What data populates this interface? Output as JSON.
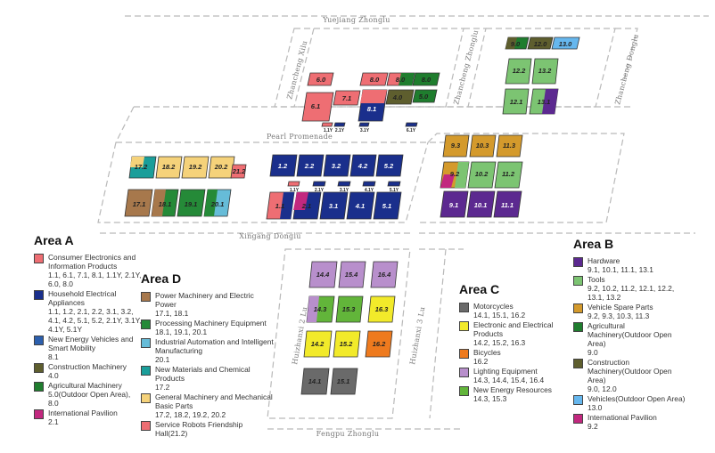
{
  "roads": {
    "yuejiang": "Yuejiang Zhonglu",
    "zhancheng_xilu": "Zhancheng Xilu",
    "zhancheng_zhonglu": "Zhancheng Zhonglu",
    "zhancheng_donglu": "Zhancheng Donglu",
    "pearl_promenade": "Pearl Promenade",
    "xingang": "Xingang Donglu",
    "huizhanxi": "Huizhanxi 2 Lu",
    "huizhandong": "Huizhanxi 3 Lu",
    "fengpu": "Fengpu Zhonglu"
  },
  "colors": {
    "consumer": "#ee6e73",
    "household": "#1a2f8c",
    "nev": "#2c5fad",
    "construction": "#5e5e2e",
    "agricultural": "#1f7d2e",
    "intl": "#c2287f",
    "power": "#a7784c",
    "processing": "#258a38",
    "automation": "#66bcd8",
    "materials": "#1a9e9a",
    "general": "#f5d27a",
    "robots": "#ee6e73",
    "motorcycles": "#6a6a6a",
    "electronic": "#f2ea2a",
    "bicycles": "#ee7a1e",
    "lighting": "#b88fcc",
    "newenergy": "#62b53a",
    "hardware": "#5c2990",
    "tools": "#7cc472",
    "vehicle_parts": "#d49a2c",
    "agri_b": "#1f7d2e",
    "constr_b": "#5e5e2e",
    "vehicles_b": "#66b7ee",
    "intl_b": "#c2287f"
  },
  "halls": {
    "h6_0": "6.0",
    "h7_1": "7.1",
    "h6_1": "6.1",
    "h8_0a": "8.0",
    "h8_0b": "8.0",
    "h4_0": "4.0",
    "h5_0": "5.0",
    "h8_1": "8.1",
    "y1": "1.1Y",
    "y2": "2.1Y",
    "y3": "3.1Y",
    "y4": "6.1Y",
    "h9_0": "9.0",
    "h12_0": "12.0",
    "h13_0": "13.0",
    "h12_2": "12.2",
    "h13_2": "13.2",
    "h12_1": "12.1",
    "h13_1": "13.1",
    "h17_2": "17.2",
    "h18_2": "18.2",
    "h19_2": "19.2",
    "h20_2": "20.2",
    "h21_2": "21.2",
    "h17_1": "17.1",
    "h18_1": "18.1",
    "h19_1": "19.1",
    "h20_1": "20.1",
    "h1_2": "1.2",
    "h2_2": "2.2",
    "h3_2": "3.2",
    "h4_2": "4.2",
    "h5_2": "5.2",
    "y5": "1.1Y",
    "y6": "2.1Y",
    "y7": "3.1Y",
    "y8": "4.1Y",
    "y9": "5.1Y",
    "h1_1": "1.1",
    "h2_1": "2.1",
    "h3_1": "3.1",
    "h4_1": "4.1",
    "h5_1": "5.1",
    "h9_3": "9.3",
    "h10_3": "10.3",
    "h11_3": "11.3",
    "h9_2": "9.2",
    "h10_2": "10.2",
    "h11_2": "11.2",
    "h9_1": "9.1",
    "h10_1": "10.1",
    "h11_1": "11.1",
    "h14_4": "14.4",
    "h15_4": "15.4",
    "h16_4": "16.4",
    "h14_3": "14.3",
    "h15_3": "15.3",
    "h16_3": "16.3",
    "h14_2": "14.2",
    "h15_2": "15.2",
    "h16_2": "16.2",
    "h14_1": "14.1",
    "h15_1": "15.1"
  },
  "area_a": {
    "title": "Area A",
    "items": [
      {
        "name": "Consumer Electronics and Information Products",
        "code": "1.1, 6.1, 7.1, 8.1, 1.1Y, 2.1Y, 6.0, 8.0"
      },
      {
        "name": "Household Electrical Appliances",
        "code": "1.1, 1.2, 2.1, 2.2, 3.1, 3.2, 4.1, 4.2, 5.1, 5.2, 2.1Y, 3.1Y, 4.1Y, 5.1Y"
      },
      {
        "name": "New Energy Vehicles and Smart Mobility",
        "code": "8.1"
      },
      {
        "name": "Construction Machinery",
        "code": "4.0"
      },
      {
        "name": "Agricultural Machinery 5.0(Outdoor Open Area), 8.0",
        "code": ""
      },
      {
        "name": "International Pavilion",
        "code": "2.1"
      }
    ]
  },
  "area_d": {
    "title": "Area D",
    "items": [
      {
        "name": "Power Machinery and Electric Power",
        "code": "17.1, 18.1"
      },
      {
        "name": "Processing Machinery Equipment",
        "code": "18.1, 19.1, 20.1"
      },
      {
        "name": "Industrial Automation and Intelligent Manufacturing",
        "code": "20.1"
      },
      {
        "name": "New Materials and Chemical Products",
        "code": "17.2"
      },
      {
        "name": "General Machinery and Mechanical Basic Parts",
        "code": "17.2, 18.2, 19.2, 20.2"
      },
      {
        "name": "Service Robots Friendship Hall(21.2)",
        "code": ""
      }
    ]
  },
  "area_c": {
    "title": "Area C",
    "items": [
      {
        "name": "Motorcycles",
        "code": "14.1, 15.1, 16.2"
      },
      {
        "name": "Electronic and Electrical Products",
        "code": "14.2, 15.2, 16.3"
      },
      {
        "name": "Bicycles",
        "code": "16.2"
      },
      {
        "name": "Lighting Equipment",
        "code": "14.3, 14.4, 15.4, 16.4"
      },
      {
        "name": "New Energy Resources",
        "code": "14.3, 15.3"
      }
    ]
  },
  "area_b": {
    "title": "Area B",
    "items": [
      {
        "name": "Hardware",
        "code": "9.1, 10.1, 11.1, 13.1"
      },
      {
        "name": "Tools",
        "code": "9.2, 10.2, 11.2, 12.1, 12.2, 13.1, 13.2"
      },
      {
        "name": "Vehicle Spare Parts",
        "code": "9.2, 9.3, 10.3, 11.3"
      },
      {
        "name": "Agricultural Machinery(Outdoor Open Area)",
        "code": "9.0"
      },
      {
        "name": "Construction Machinery(Outdoor Open Area)",
        "code": "9.0, 12.0"
      },
      {
        "name": "Vehicles(Outdoor Open Area)",
        "code": "13.0"
      },
      {
        "name": "International Pavilion",
        "code": "9.2"
      }
    ]
  }
}
